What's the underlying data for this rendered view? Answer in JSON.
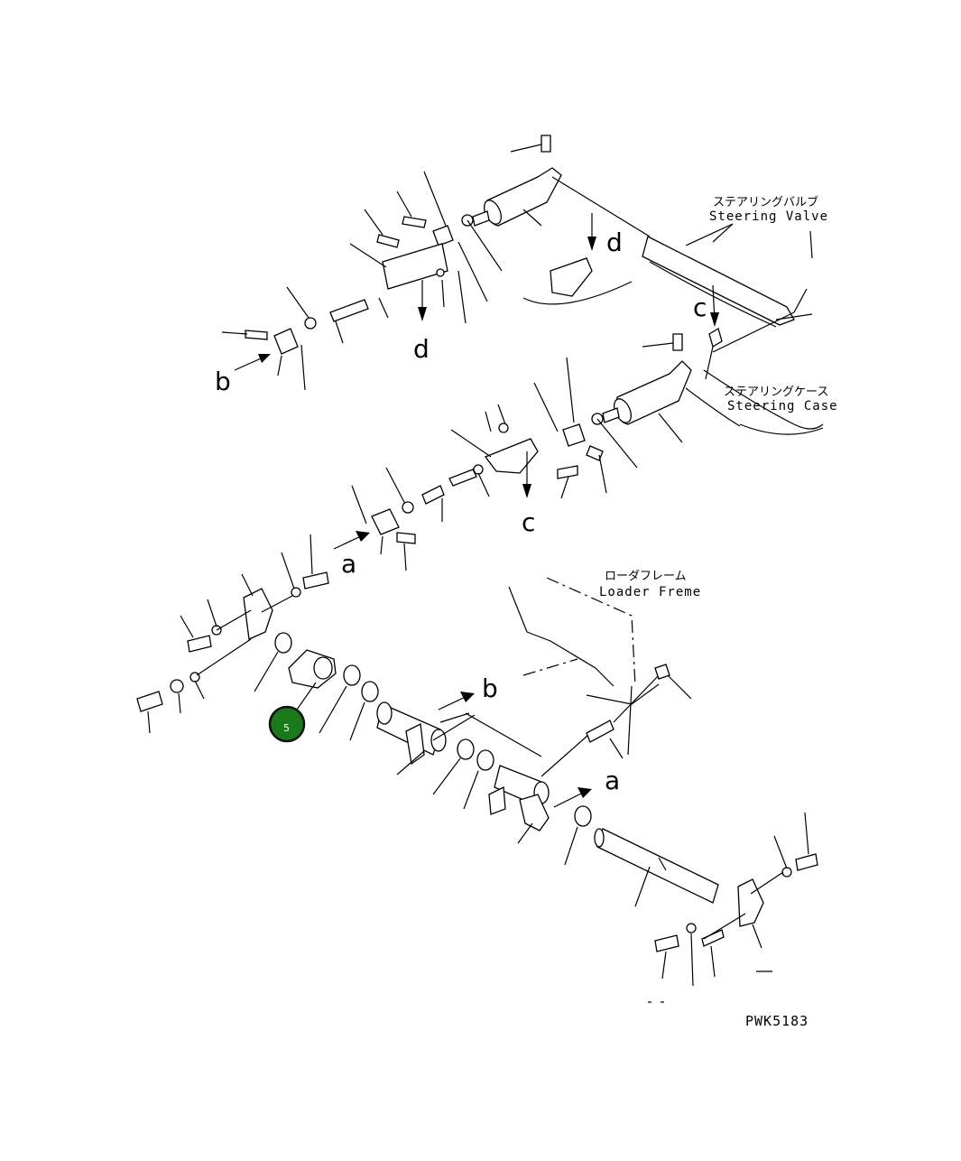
{
  "labels": {
    "steering_valve_jp": "ステアリングバルブ",
    "steering_valve_en": "Steering Valve",
    "steering_case_jp": "ステアリングケース",
    "steering_case_en": "Steering Case",
    "loader_frame_jp": "ローダフレーム",
    "loader_frame_en": "Loader Freme",
    "drawing_code": "PWK5183"
  },
  "letters": {
    "a": "a",
    "b": "b",
    "c": "c",
    "d": "d"
  },
  "callout": {
    "number": "5",
    "color": "#1a7a1a"
  }
}
